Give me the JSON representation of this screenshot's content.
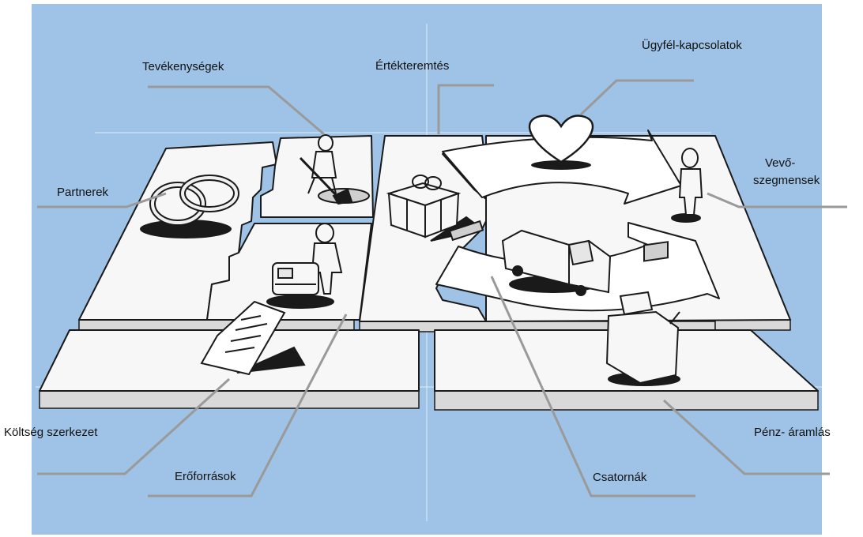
{
  "colors": {
    "background": "#9ec3e6",
    "board": "#f7f7f7",
    "board_side": "#d9d9d9",
    "ink": "#1a1a1a",
    "leader_line": "#9a9a9a"
  },
  "labels": {
    "tevekenysegek": "Tevékenységek",
    "ertekteremtes": "Értékteremtés",
    "ugyfel_kapcsolatok": "Ügyfél-kapcsolatok",
    "partnerek": "Partnerek",
    "vevo_1": "Vevő-",
    "vevo_2": "szegmensek",
    "koltseg": "Költség szerkezet",
    "eroforrasok": "Erőforrások",
    "csatornak": "Csatornák",
    "penz": "Pénz- áramlás"
  },
  "icons": {
    "partnerek": "interlocked-rings-icon",
    "tevekenysegek": "worker-digging-icon",
    "eroforrasok": "person-with-machine-icon",
    "ertekteremtes": "gift-box-icon",
    "ugyfel_kapcsolatok": "heart-icon",
    "csatornak": "delivery-truck-icon",
    "vevo": "standing-person-icon",
    "penz": "cash-register-icon",
    "koltseg": "document-icon"
  }
}
